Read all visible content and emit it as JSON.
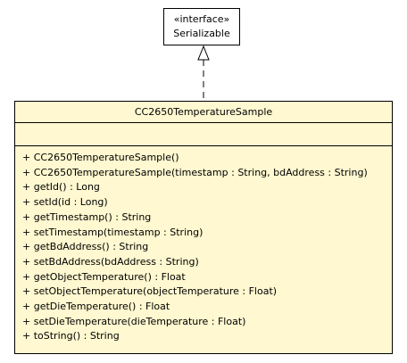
{
  "interface": {
    "stereotype": "«interface»",
    "name": "Serializable"
  },
  "class": {
    "name": "CC2650TemperatureSample",
    "attributes": [],
    "methods": [
      "+ CC2650TemperatureSample()",
      "+ CC2650TemperatureSample(timestamp : String, bdAddress : String)",
      "+ getId() : Long",
      "+ setId(id : Long)",
      "+ getTimestamp() : String",
      "+ setTimestamp(timestamp : String)",
      "+ getBdAddress() : String",
      "+ setBdAddress(bdAddress : String)",
      "+ getObjectTemperature() : Float",
      "+ setObjectTemperature(objectTemperature : Float)",
      "+ getDieTemperature() : Float",
      "+ setDieTemperature(dieTemperature : Float)",
      "+ toString() : String"
    ]
  },
  "colors": {
    "class_fill": "#fff8d0",
    "interface_fill": "#ffffff",
    "stroke": "#000000"
  }
}
